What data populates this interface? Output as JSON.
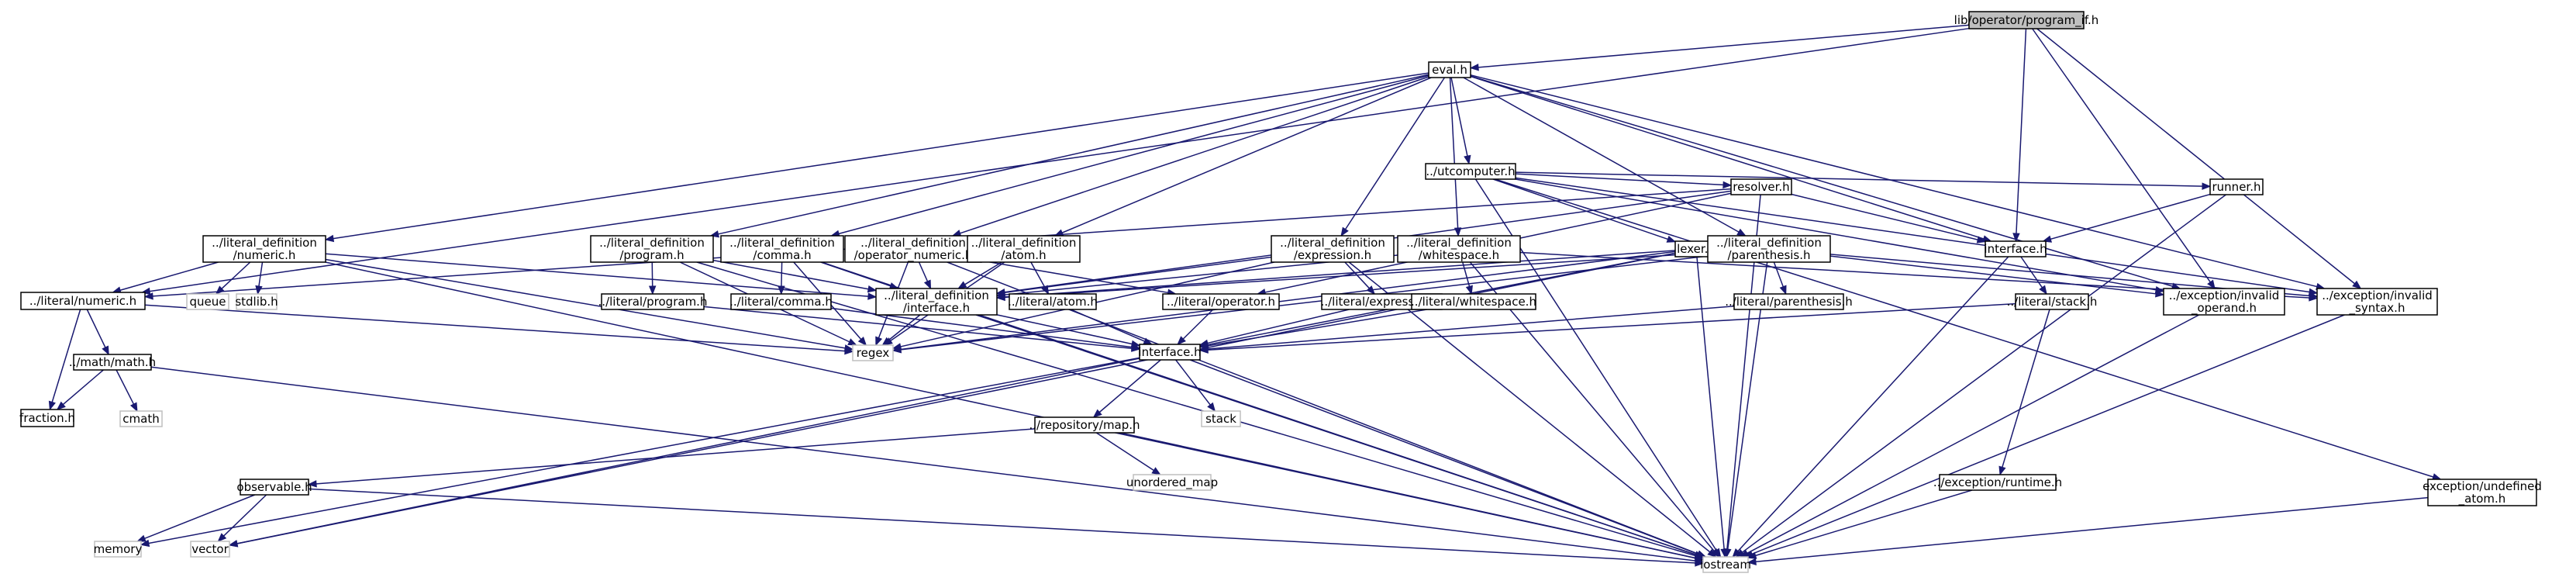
{
  "graph": {
    "root": "lib/operator/program_if.h",
    "nodes": [
      {
        "id": "root",
        "lines": [
          "lib/operator/program_if.h"
        ],
        "kind": "root"
      },
      {
        "id": "eval",
        "lines": [
          "eval.h"
        ],
        "kind": "header"
      },
      {
        "id": "utc",
        "lines": [
          "../utcomputer.h"
        ],
        "kind": "header"
      },
      {
        "id": "resolver",
        "lines": [
          "resolver.h"
        ],
        "kind": "header"
      },
      {
        "id": "runner",
        "lines": [
          "runner.h"
        ],
        "kind": "header"
      },
      {
        "id": "ld_numeric",
        "lines": [
          "../literal_definition",
          "/numeric.h"
        ],
        "kind": "header"
      },
      {
        "id": "ld_program",
        "lines": [
          "../literal_definition",
          "/program.h"
        ],
        "kind": "header"
      },
      {
        "id": "ld_comma",
        "lines": [
          "../literal_definition",
          "/comma.h"
        ],
        "kind": "header"
      },
      {
        "id": "ld_opnum",
        "lines": [
          "../literal_definition",
          "/operator_numeric.h"
        ],
        "kind": "header"
      },
      {
        "id": "ld_atom",
        "lines": [
          "../literal_definition",
          "/atom.h"
        ],
        "kind": "header"
      },
      {
        "id": "ld_expr",
        "lines": [
          "../literal_definition",
          "/expression.h"
        ],
        "kind": "header"
      },
      {
        "id": "ld_ws",
        "lines": [
          "../literal_definition",
          "/whitespace.h"
        ],
        "kind": "header"
      },
      {
        "id": "lexer",
        "lines": [
          "lexer.h"
        ],
        "kind": "header"
      },
      {
        "id": "ld_paren",
        "lines": [
          "../literal_definition",
          "/parenthesis.h"
        ],
        "kind": "header"
      },
      {
        "id": "iface_top",
        "lines": [
          "interface.h"
        ],
        "kind": "header"
      },
      {
        "id": "lit_numeric",
        "lines": [
          "../literal/numeric.h"
        ],
        "kind": "header"
      },
      {
        "id": "queue",
        "lines": [
          "queue"
        ],
        "kind": "system"
      },
      {
        "id": "stdlib",
        "lines": [
          "stdlib.h"
        ],
        "kind": "system"
      },
      {
        "id": "lit_program",
        "lines": [
          "../literal/program.h"
        ],
        "kind": "header"
      },
      {
        "id": "lit_comma",
        "lines": [
          "../literal/comma.h"
        ],
        "kind": "header"
      },
      {
        "id": "ld_iface",
        "lines": [
          "../literal_definition",
          "/interface.h"
        ],
        "kind": "header"
      },
      {
        "id": "lit_atom",
        "lines": [
          "../literal/atom.h"
        ],
        "kind": "header"
      },
      {
        "id": "lit_op",
        "lines": [
          "../literal/operator.h"
        ],
        "kind": "header"
      },
      {
        "id": "lit_expr",
        "lines": [
          "../literal/expression.h"
        ],
        "kind": "header"
      },
      {
        "id": "lit_ws",
        "lines": [
          "../literal/whitespace.h"
        ],
        "kind": "header"
      },
      {
        "id": "lit_paren",
        "lines": [
          "../literal/parenthesis.h"
        ],
        "kind": "header"
      },
      {
        "id": "lit_stack",
        "lines": [
          "../literal/stack.h"
        ],
        "kind": "header"
      },
      {
        "id": "exc_operand",
        "lines": [
          "../exception/invalid",
          "_operand.h"
        ],
        "kind": "header"
      },
      {
        "id": "exc_syntax",
        "lines": [
          "../exception/invalid",
          "_syntax.h"
        ],
        "kind": "header"
      },
      {
        "id": "regex",
        "lines": [
          "regex"
        ],
        "kind": "system"
      },
      {
        "id": "iface_mid",
        "lines": [
          "interface.h"
        ],
        "kind": "header"
      },
      {
        "id": "math",
        "lines": [
          "../math/math.h"
        ],
        "kind": "header"
      },
      {
        "id": "fraction",
        "lines": [
          "fraction.h"
        ],
        "kind": "header"
      },
      {
        "id": "cmath",
        "lines": [
          "cmath"
        ],
        "kind": "system"
      },
      {
        "id": "stack",
        "lines": [
          "stack"
        ],
        "kind": "system"
      },
      {
        "id": "repo_map",
        "lines": [
          "../repository/map.h"
        ],
        "kind": "header"
      },
      {
        "id": "unordered_map",
        "lines": [
          "unordered_map"
        ],
        "kind": "system"
      },
      {
        "id": "exc_runtime",
        "lines": [
          "../exception/runtime.h"
        ],
        "kind": "header"
      },
      {
        "id": "exc_undef",
        "lines": [
          "exception/undefined",
          "_atom.h"
        ],
        "kind": "header"
      },
      {
        "id": "observable",
        "lines": [
          "observable.h"
        ],
        "kind": "header"
      },
      {
        "id": "memory",
        "lines": [
          "memory"
        ],
        "kind": "system"
      },
      {
        "id": "vector",
        "lines": [
          "vector"
        ],
        "kind": "system"
      },
      {
        "id": "iostream",
        "lines": [
          "iostream"
        ],
        "kind": "system"
      }
    ],
    "edges": [
      [
        "root",
        "eval"
      ],
      [
        "root",
        "iface_top"
      ],
      [
        "root",
        "lit_numeric"
      ],
      [
        "root",
        "exc_operand"
      ],
      [
        "root",
        "exc_syntax"
      ],
      [
        "eval",
        "utc"
      ],
      [
        "eval",
        "ld_numeric"
      ],
      [
        "eval",
        "ld_program"
      ],
      [
        "eval",
        "ld_comma"
      ],
      [
        "eval",
        "ld_opnum"
      ],
      [
        "eval",
        "ld_atom"
      ],
      [
        "eval",
        "ld_expr"
      ],
      [
        "eval",
        "ld_ws"
      ],
      [
        "eval",
        "ld_paren"
      ],
      [
        "eval",
        "iface_top"
      ],
      [
        "eval",
        "exc_operand"
      ],
      [
        "eval",
        "exc_syntax"
      ],
      [
        "utc",
        "resolver"
      ],
      [
        "utc",
        "runner"
      ],
      [
        "utc",
        "lexer"
      ],
      [
        "utc",
        "exc_operand"
      ],
      [
        "utc",
        "exc_syntax"
      ],
      [
        "utc",
        "exc_undef"
      ],
      [
        "utc",
        "iostream"
      ],
      [
        "resolver",
        "lit_numeric"
      ],
      [
        "resolver",
        "ld_iface"
      ],
      [
        "resolver",
        "lit_op"
      ],
      [
        "resolver",
        "iface_top"
      ],
      [
        "resolver",
        "iostream"
      ],
      [
        "runner",
        "iface_top"
      ],
      [
        "runner",
        "iostream"
      ],
      [
        "ld_numeric",
        "lit_numeric"
      ],
      [
        "ld_numeric",
        "queue"
      ],
      [
        "ld_numeric",
        "stdlib"
      ],
      [
        "ld_numeric",
        "ld_iface"
      ],
      [
        "ld_numeric",
        "regex"
      ],
      [
        "ld_numeric",
        "iostream"
      ],
      [
        "ld_program",
        "lit_program"
      ],
      [
        "ld_program",
        "ld_iface"
      ],
      [
        "ld_program",
        "regex"
      ],
      [
        "ld_program",
        "iostream"
      ],
      [
        "ld_comma",
        "lit_comma"
      ],
      [
        "ld_comma",
        "ld_iface"
      ],
      [
        "ld_comma",
        "regex"
      ],
      [
        "ld_comma",
        "iostream"
      ],
      [
        "ld_opnum",
        "lit_op"
      ],
      [
        "ld_opnum",
        "ld_iface"
      ],
      [
        "ld_opnum",
        "regex"
      ],
      [
        "ld_opnum",
        "iostream"
      ],
      [
        "ld_atom",
        "lit_atom"
      ],
      [
        "ld_atom",
        "ld_iface"
      ],
      [
        "ld_atom",
        "regex"
      ],
      [
        "ld_expr",
        "lit_expr"
      ],
      [
        "ld_expr",
        "ld_iface"
      ],
      [
        "ld_expr",
        "regex"
      ],
      [
        "ld_expr",
        "iostream"
      ],
      [
        "ld_ws",
        "lit_ws"
      ],
      [
        "ld_ws",
        "ld_iface"
      ],
      [
        "ld_ws",
        "exc_syntax"
      ],
      [
        "ld_ws",
        "iostream"
      ],
      [
        "lexer",
        "ld_iface"
      ],
      [
        "lexer",
        "regex"
      ],
      [
        "lexer",
        "iface_mid"
      ],
      [
        "lexer",
        "vector"
      ],
      [
        "lexer",
        "iostream"
      ],
      [
        "ld_paren",
        "lit_paren"
      ],
      [
        "ld_paren",
        "ld_iface"
      ],
      [
        "ld_paren",
        "exc_operand"
      ],
      [
        "ld_paren",
        "exc_syntax"
      ],
      [
        "ld_paren",
        "regex"
      ],
      [
        "ld_paren",
        "iostream"
      ],
      [
        "iface_top",
        "lit_stack"
      ],
      [
        "iface_top",
        "iostream"
      ],
      [
        "lit_numeric",
        "math"
      ],
      [
        "lit_numeric",
        "fraction"
      ],
      [
        "lit_numeric",
        "regex"
      ],
      [
        "lit_program",
        "iface_mid"
      ],
      [
        "lit_comma",
        "iface_mid"
      ],
      [
        "ld_iface",
        "regex"
      ],
      [
        "ld_iface",
        "iface_mid"
      ],
      [
        "ld_iface",
        "iostream"
      ],
      [
        "lit_atom",
        "iface_mid"
      ],
      [
        "lit_op",
        "iface_mid"
      ],
      [
        "lit_expr",
        "iface_mid"
      ],
      [
        "lit_ws",
        "iface_mid"
      ],
      [
        "lit_paren",
        "iface_mid"
      ],
      [
        "lit_stack",
        "iface_mid"
      ],
      [
        "lit_stack",
        "exc_runtime"
      ],
      [
        "exc_operand",
        "iostream"
      ],
      [
        "exc_syntax",
        "iostream"
      ],
      [
        "math",
        "fraction"
      ],
      [
        "math",
        "cmath"
      ],
      [
        "math",
        "iostream"
      ],
      [
        "iface_mid",
        "stack"
      ],
      [
        "iface_mid",
        "repo_map"
      ],
      [
        "iface_mid",
        "memory"
      ],
      [
        "iface_mid",
        "vector"
      ],
      [
        "iface_mid",
        "iostream"
      ],
      [
        "repo_map",
        "observable"
      ],
      [
        "repo_map",
        "unordered_map"
      ],
      [
        "repo_map",
        "iostream"
      ],
      [
        "exc_runtime",
        "iostream"
      ],
      [
        "exc_undef",
        "iostream"
      ],
      [
        "observable",
        "memory"
      ],
      [
        "observable",
        "vector"
      ],
      [
        "observable",
        "iostream"
      ]
    ]
  }
}
